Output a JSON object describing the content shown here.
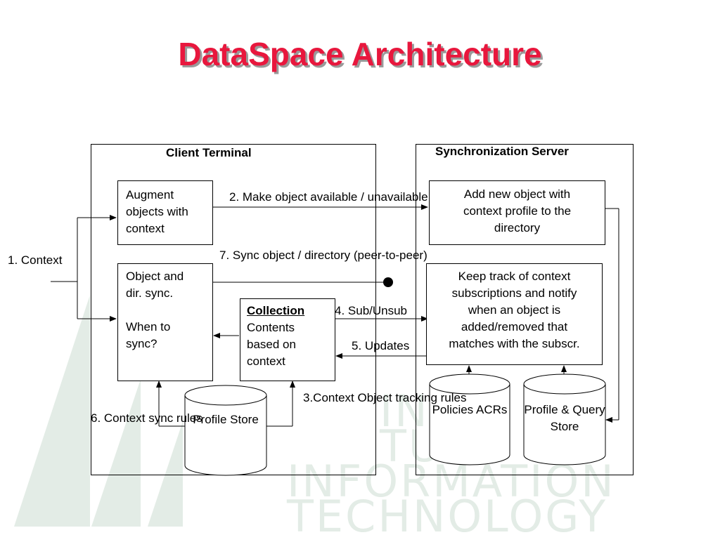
{
  "title": "DataSpace Architecture",
  "watermark": {
    "lines": [
      "INFORMATION",
      "TECHNOLOGY"
    ],
    "partial": [
      "INI",
      "TU"
    ]
  },
  "client_terminal": {
    "title": "Client Terminal",
    "augment_box": [
      "Augment",
      "objects with",
      "context"
    ],
    "sync_box": [
      "Object and",
      "dir. sync.",
      "",
      "When to",
      "sync?"
    ],
    "collection_box": {
      "heading": "Collection",
      "lines": [
        "Contents",
        "based on",
        "context"
      ]
    },
    "profile_store": [
      "Profile",
      "Store"
    ]
  },
  "sync_server": {
    "title": "Synchronization Server",
    "add_box": [
      "Add new object with",
      "context profile to the",
      "directory"
    ],
    "track_box": [
      "Keep track of context",
      "subscriptions and notify",
      "when an object is",
      "added/removed that",
      "matches with the subscr."
    ],
    "policies_store": [
      "Policies",
      "ACRs"
    ],
    "profile_query_store": [
      "Profile &",
      "Query",
      "Store"
    ]
  },
  "labels": {
    "context": "1. Context",
    "make_available": [
      "2. Make object available /",
      "unavailable"
    ],
    "context_tracking": [
      "3.Context",
      "Object",
      "tracking rules"
    ],
    "sub_unsub": "4. Sub/Unsub",
    "updates": "5. Updates",
    "context_sync": [
      "6. Context",
      "sync rules"
    ],
    "sync_object": [
      "7. Sync object / directory",
      "(peer-to-peer)"
    ]
  },
  "colors": {
    "title": "#e8173d",
    "watermark": "#e3ece6"
  }
}
